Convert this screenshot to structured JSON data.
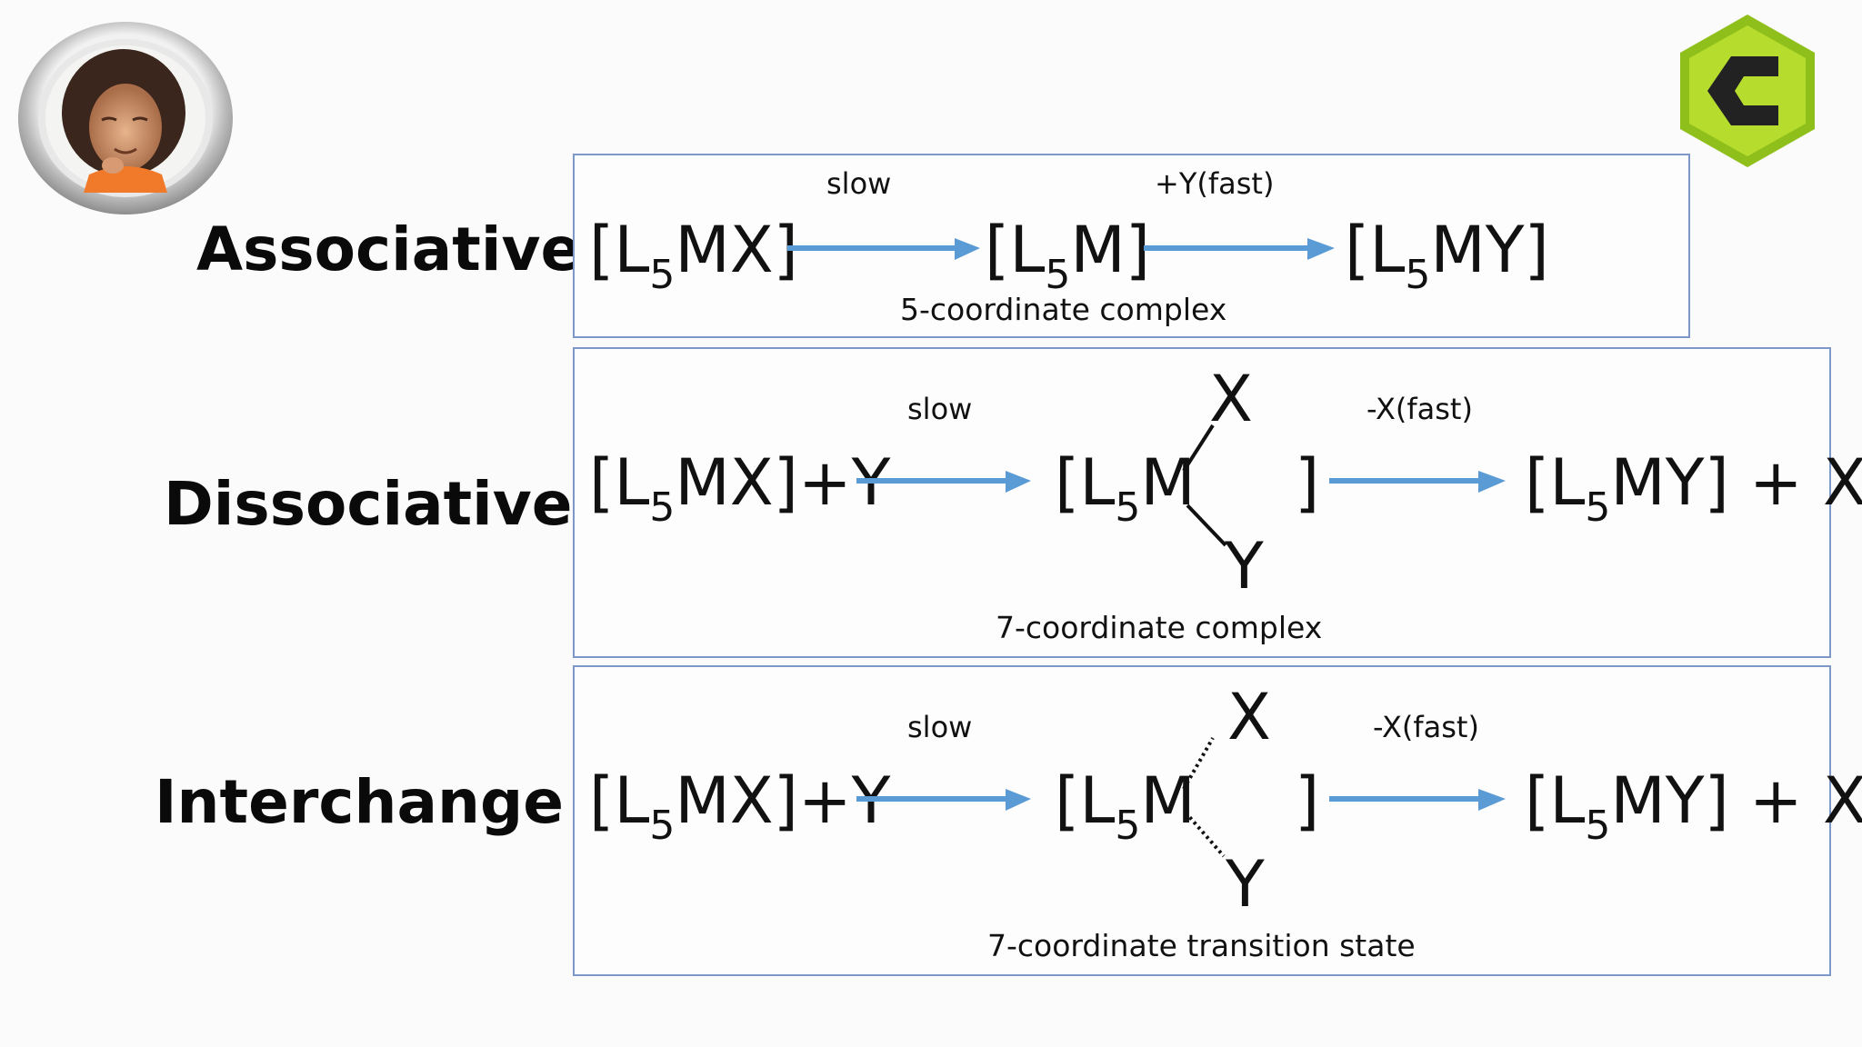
{
  "labels": {
    "associative": "Associative :",
    "dissociative": "Dissociative :",
    "interchange": "Interchange :"
  },
  "chem": {
    "L": "L",
    "sub5": "5",
    "X": "X",
    "Y": "Y",
    "plus_X": "+ X",
    "plus_Y": "+Y",
    "open": "[",
    "close": "]",
    "LMX_tail": "MX]",
    "LM_tail": "M]",
    "LMY_tail": "MY]",
    "M": "M"
  },
  "associative": {
    "step1": "slow",
    "step2": "+Y(fast)",
    "caption": "5-coordinate complex"
  },
  "dissociative": {
    "step1": "slow",
    "step2": "-X(fast)",
    "caption": "7-coordinate complex"
  },
  "interchange": {
    "step1": "slow",
    "step2": "-X(fast)",
    "caption": "7-coordinate transition state"
  },
  "colors": {
    "arrow": "#5b9bd5",
    "box_border": "#7c97c8",
    "logo_outer": "#a8d51f",
    "logo_inner": "#222222"
  },
  "icons": {
    "avatar": "portrait-avatar",
    "logo": "hexagon-c-logo"
  }
}
